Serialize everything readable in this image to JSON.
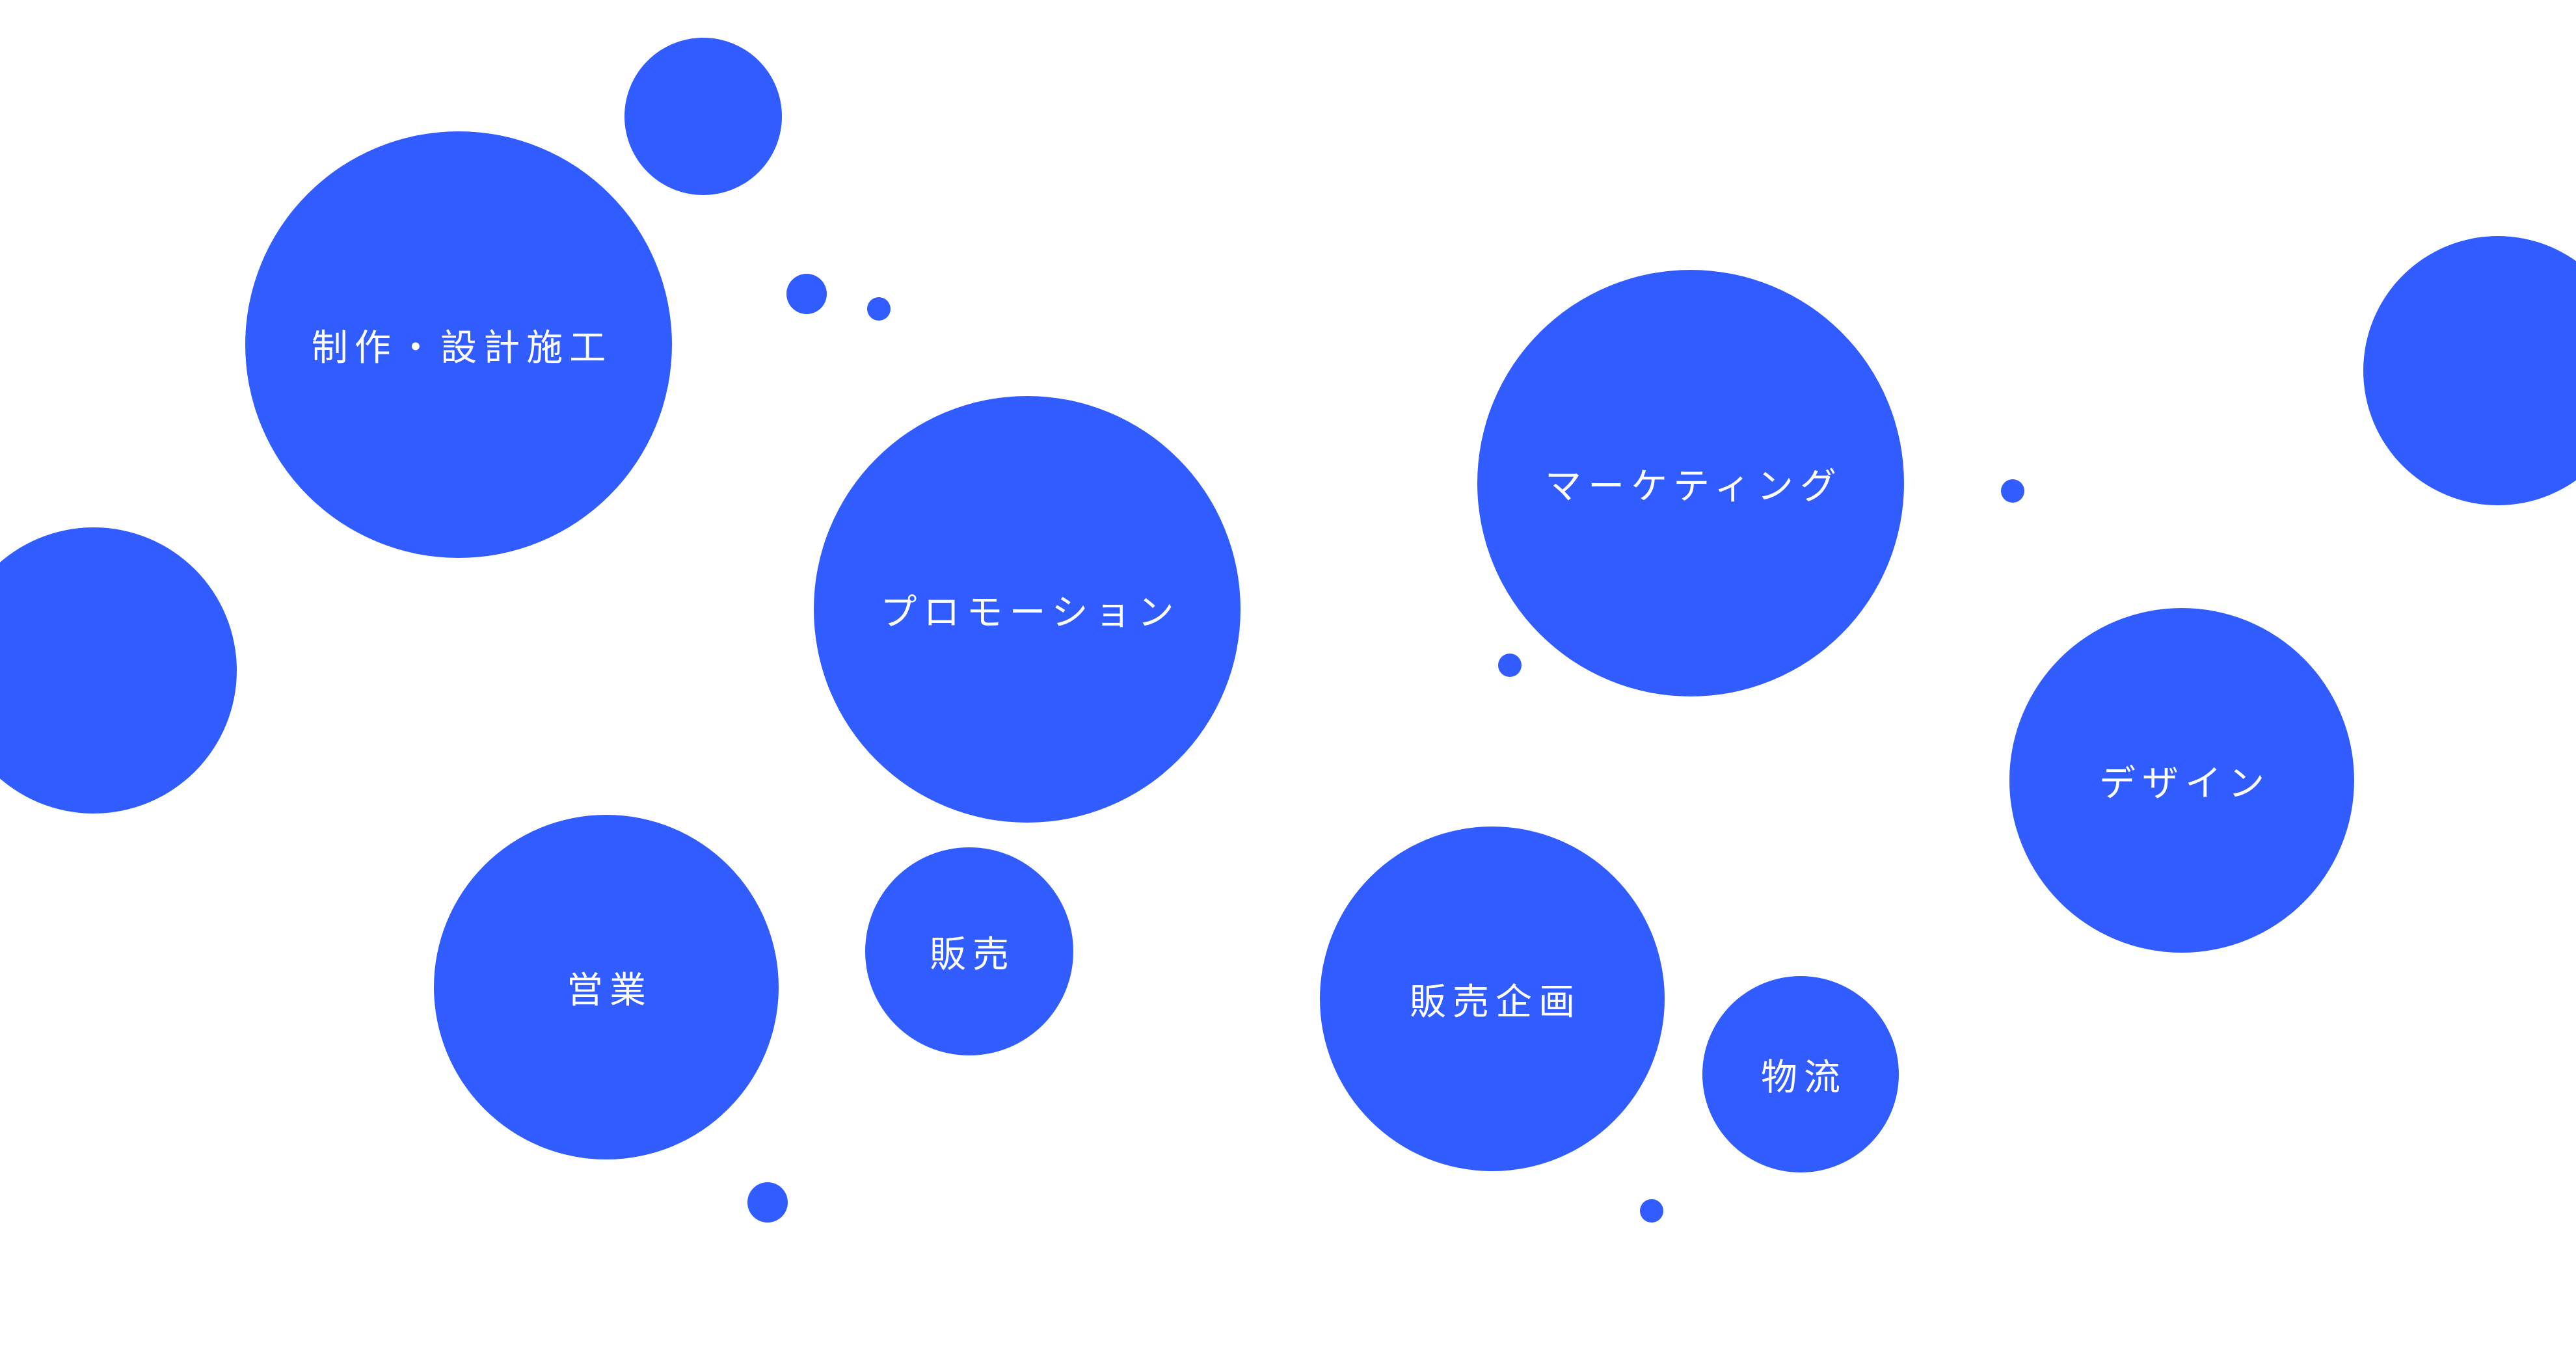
{
  "colors": {
    "bubble": "#315cff",
    "background": "#ffffff",
    "text": "#ffffff"
  },
  "bubbles": [
    {
      "label": "制作・設計施工"
    },
    {
      "label": "プロモーション"
    },
    {
      "label": "マーケティング"
    },
    {
      "label": "デザイン"
    },
    {
      "label": "営業"
    },
    {
      "label": "販売"
    },
    {
      "label": "販売企画"
    },
    {
      "label": "物流"
    }
  ]
}
